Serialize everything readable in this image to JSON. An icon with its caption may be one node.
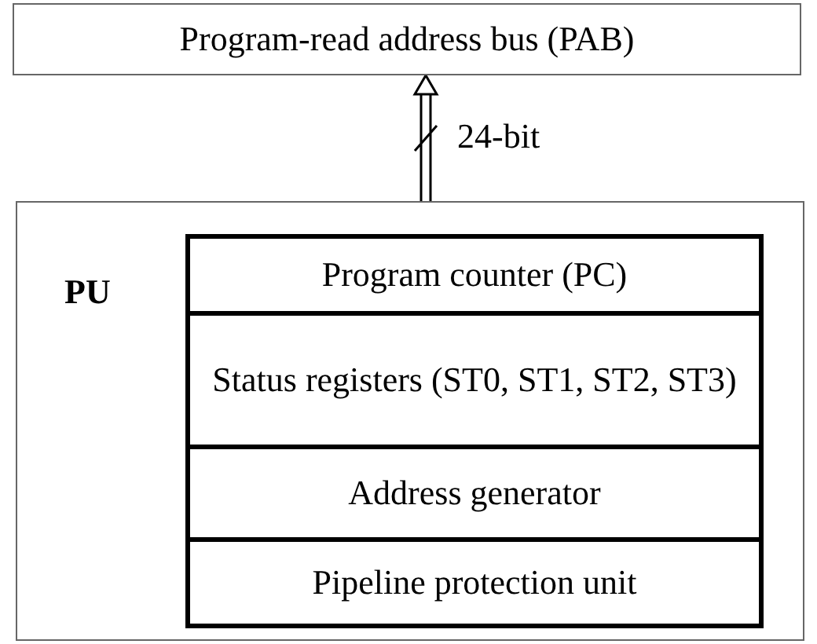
{
  "diagram": {
    "nodes": [
      {
        "text": [
          "Program-read address bus (PAB)"
        ]
      },
      {
        "text": [
          "PU"
        ]
      },
      {
        "text": [
          "Program counter (PC)"
        ],
        "in": 1
      },
      {
        "text": [
          "Status registers (ST0, ST1, ST2, ST3)"
        ],
        "in": 1
      },
      {
        "text": [
          "Address generator"
        ],
        "in": 1
      },
      {
        "text": [
          "Pipeline protection unit"
        ],
        "in": 1
      }
    ],
    "edges": [
      {
        "from": 1,
        "to": 0,
        "arrow": "to",
        "label": "24-bit"
      }
    ]
  }
}
